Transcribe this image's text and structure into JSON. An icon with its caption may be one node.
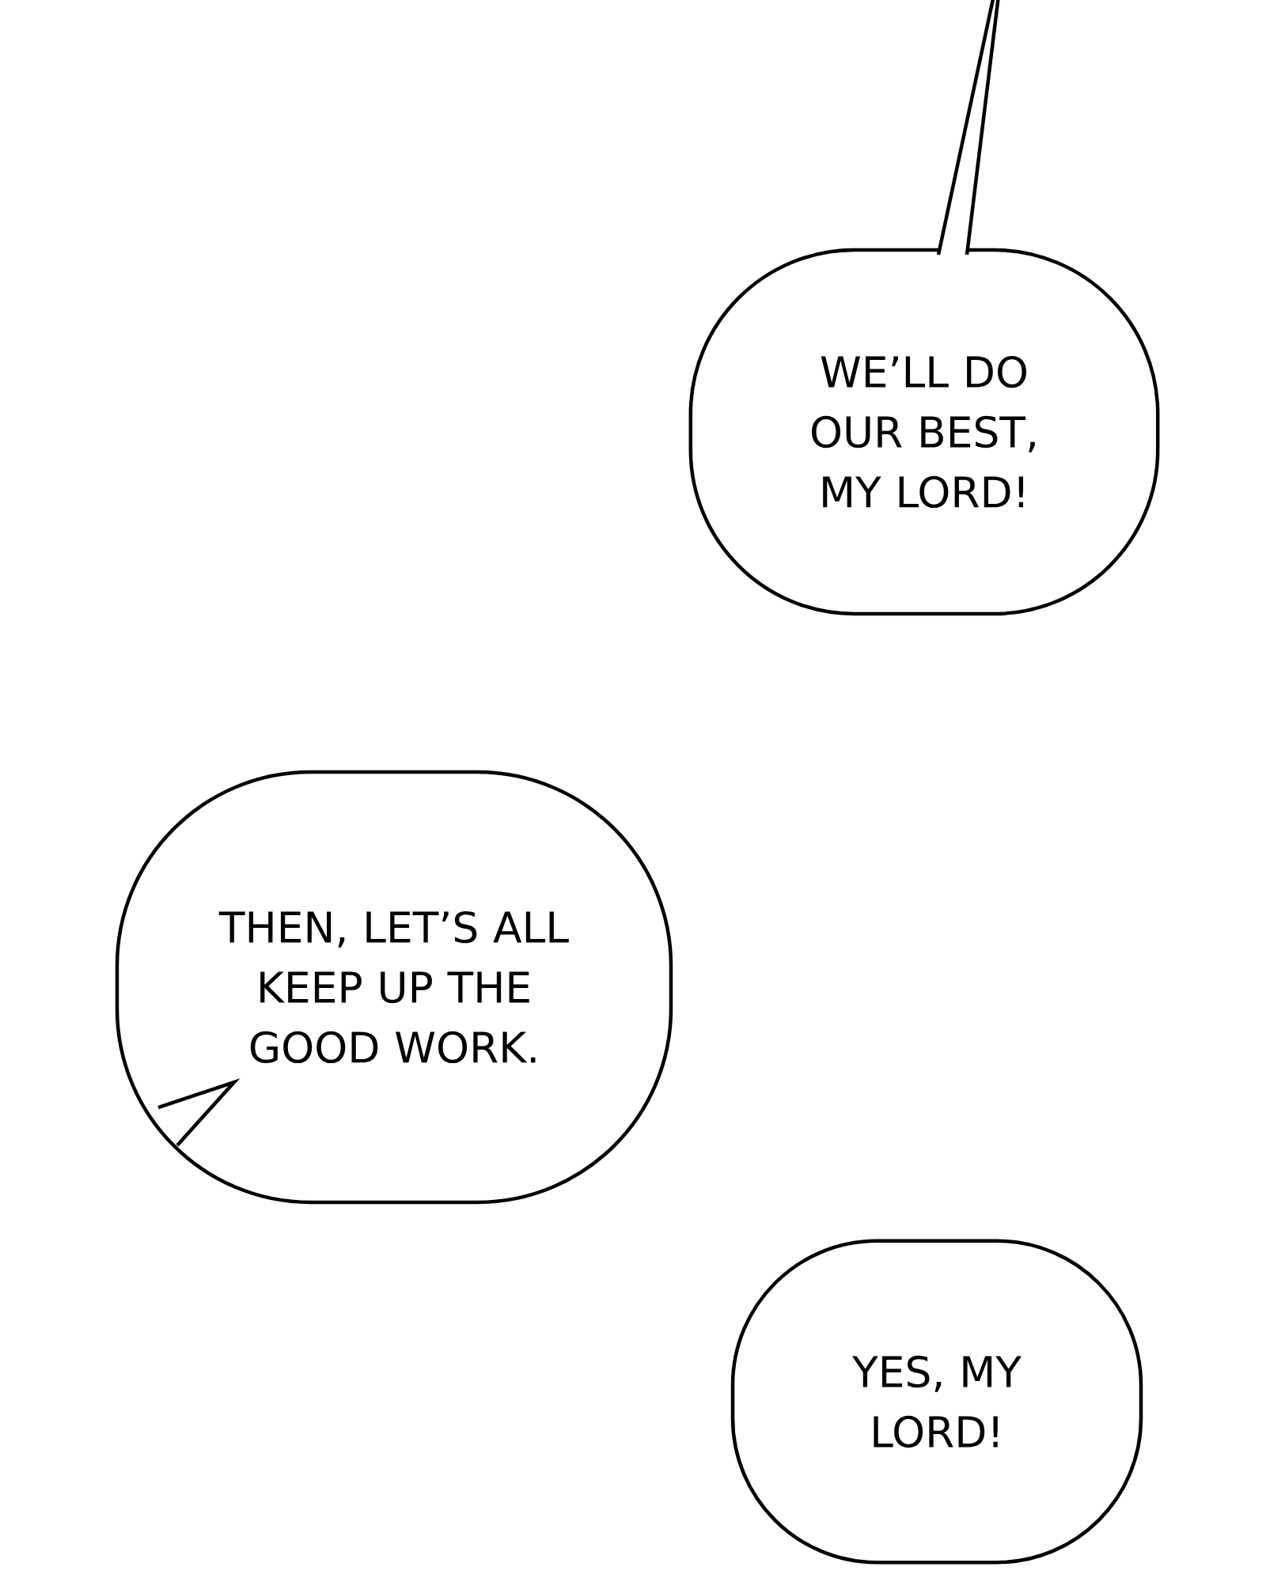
{
  "diagram": {
    "nodes": [
      {
        "text": [
          "WE’LL DO OUR BEST, MY LORD!"
        ]
      },
      {
        "text": [
          "THEN, LET’S ALL KEEP UP THE GOOD WORK."
        ]
      },
      {
        "text": [
          "YES, MY LORD!"
        ]
      }
    ]
  }
}
